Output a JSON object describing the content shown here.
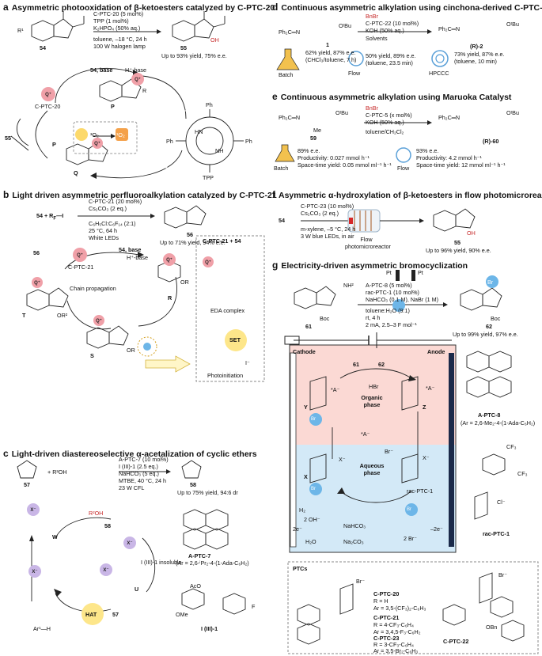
{
  "panel_a": {
    "title": "Asymmetric photooxidation of β-ketoesters catalyzed by C-PTC-20",
    "letter": "a",
    "r1": "R¹",
    "substrate": "54",
    "product": "55",
    "cond1": "C-PTC-20 (5 mol%)",
    "cond2": "TPP (1 mol%)",
    "cond3": "K₂HPO₄ (50% aq.)",
    "cond4": "toluene, –18 °C, 24 h",
    "cond5": "100 W halogen lamp",
    "yield": "Up to 93% yield, 75% e.e.",
    "oh": "OH",
    "cat": "C-PTC-20",
    "q": "Q⁺",
    "base_label": "54, base",
    "hbase": "H⁺-base",
    "p_label": "P",
    "p_label2": "P",
    "q_label": "Q",
    "o2_triplet": "³O₂",
    "o2_singlet": "¹O₂",
    "n55": "55",
    "tpp": "TPP",
    "ph": "Ph",
    "hn": "HN",
    "nh": "NH",
    "r": "R"
  },
  "panel_b": {
    "title": "Light driven asymmetric perfluoroalkylation catalyzed by C-PTC-21",
    "letter": "b",
    "eq_left": "54 + R",
    "eq_f": "F",
    "eq_i": "—I",
    "cond1": "C-PTC-21 (20 mol%)",
    "cond2": "Cs₂CO₃ (2 eq.)",
    "cond3": "C₆H₅Cl:C₆F₁₄ (2:1)",
    "cond4": "25 °C, 64 h",
    "cond5": "White LEDs",
    "product": "56",
    "yield": "Up to 71% yield, 94% e.e.",
    "n56": "56",
    "cat": "C-PTC-21",
    "base_label": "54, base",
    "hbase": "H⁺-base",
    "chain": "Chain propagation",
    "t_label": "T",
    "r_label": "R",
    "s_label": "S",
    "eda_title": "C-PTC-21 + 54",
    "eda_label": "EDA complex",
    "set": "SET",
    "photoinit": "Photoinitiation",
    "iodide": "I⁻",
    "rf": "R",
    "or": "OR",
    "or2": "OR²"
  },
  "panel_c": {
    "title": "Light-driven diastereoselective α-acetalization of cyclic ethers",
    "letter": "c",
    "sub1": "57",
    "sub2": "R²OH",
    "cond1": "A-PTC-7 (10 mol%)",
    "cond2": "I (III)-1 (2.5 eq.)",
    "cond3": "NaHCO₃ (5 eq.)",
    "cond4": "MTBE, 40 °C, 24 h",
    "cond5": "23 W CFL",
    "product": "58",
    "yield": "Up to 75% yield, 94:6 dr",
    "w_label": "W",
    "u_label": "U",
    "n58": "58",
    "n57": "57",
    "r2oh": "R²OH",
    "hat": "HAT",
    "insoluble": "I (III)-1 insoluble",
    "arh": "Ar¹—H",
    "x": "X⁻",
    "cat_name": "A-PTC-7",
    "cat_ar": "(Ar = 2,6-ⁱPr₂-4-(1-Ada-C₆H₂)",
    "iii_name": "I (III)-1",
    "ome": "OMe",
    "aco": "AcO",
    "f": "F"
  },
  "panel_d": {
    "title": "Continuous asymmetric alkylation using cinchona-derived C-PTC-22",
    "letter": "d",
    "bnbr": "BnBr",
    "cond1": "C-PTC-22 (10 mol%)",
    "cond2": "KOH (50% aq.)",
    "cond3": "Solvents",
    "sub": "1",
    "product": "(R)-2",
    "ph2c": "Ph₂C═N",
    "otbu": "OᵗBu",
    "batch_result": "62% yield, 87% e.e.",
    "batch_cond": "(CHCl₃/toluene, 7 h)",
    "batch": "Batch",
    "flow_result": "50% yield, 89% e.e.",
    "flow_cond": "(toluene, 23.5 min)",
    "flow": "Flow",
    "hpccc_result": "73% yield, 87% e.e.",
    "hpccc_cond": "(toluene, 10 min)",
    "hpccc": "HPCCC"
  },
  "panel_e": {
    "title": "Continuous asymmetric alkylation using Maruoka Catalyst",
    "letter": "e",
    "bnbr": "BnBr",
    "cond1": "C-PTC-5 (x mol%)",
    "cond2": "KOH (50% aq.)",
    "cond3": "toluene/CH₂Cl₂",
    "sub": "59",
    "product": "(R)-60",
    "me": "Me",
    "batch_yield": "89% e.e.",
    "batch_prod": "Productivity: 0.027 mmol h⁻¹",
    "batch_sty": "Space-time yield: 0.05 mmol ml⁻¹ h⁻¹",
    "batch": "Batch",
    "flow_yield": "93% e.e.",
    "flow_prod": "Productivity: 4.2 mmol h⁻¹",
    "flow_sty": "Space-time yield: 12 mmol ml⁻¹ h⁻¹",
    "flow": "Flow"
  },
  "panel_f": {
    "title": "Asymmetric α-hydroxylation of β-ketoesters in flow photomicroreactor",
    "letter": "f",
    "sub": "54",
    "cond1": "C-PTC-23 (10 mol%)",
    "cond2": "Cs₂CO₃ (2 eq.)",
    "cond3": "m-xylene, –5 °C, 24 h",
    "cond4": "3 W blue LEDs, in air",
    "reactor": "Flow photomicroreactor",
    "product": "55",
    "yield": "Up to 96% yield, 90% e.e.",
    "oh": "OH"
  },
  "panel_g": {
    "title": "Electricity-driven asymmetric bromocyclization",
    "letter": "g",
    "pt1": "Pt",
    "pt2": "Pt",
    "cond1": "A-PTC-8 (5 mol%)",
    "cond2": "rac-PTC-1 (10 mol%)",
    "cond3": "NaHCO₃ (0.1 M), NaBr (1 M)",
    "cond4": "toluene:H₂O (9:1)",
    "cond5": "rt, 4 h",
    "cond6": "2 mA, 2.5–3 F mol⁻¹",
    "sub": "61",
    "product": "62",
    "yield": "Up to 99% yield, 97% e.e.",
    "nh2": "NH²",
    "boc": "Boc",
    "cathode": "Cathode",
    "anode": "Anode",
    "organic": "Organic phase",
    "aqueous": "Aqueous phase",
    "n61": "61",
    "n62": "62",
    "hbr": "HBr",
    "y_label": "Y",
    "z_label": "Z",
    "x_label": "X",
    "a_minus": "*A⁻",
    "br_minus": "Br⁻",
    "h2": "H₂",
    "two_oh": "2 OH⁻",
    "two_e": "2e⁻",
    "h2o": "H₂O",
    "nahco3": "NaHCO₃",
    "na2co3": "Na₂CO₃",
    "two_br": "2 Br⁻",
    "minus_two_e": "–2e⁻",
    "rac_ptc1": "rac-PTC-1",
    "rac_ptc1b": "rac-PTC-1",
    "cl": "Cl⁻",
    "cf3": "CF₃",
    "a_ptc8": "A-PTC-8",
    "a_ptc8_ar": "(Ar = 2,6-Me₂-4-(1-Ada-C₆H₂)",
    "br": "Br",
    "ptcs": "PTCs",
    "c20": "C-PTC-20",
    "c20_r": "R = H",
    "c20_ar": "Ar = 3,5-(CF₃)₂-C₆H₃",
    "c21": "C-PTC-21",
    "c21_r": "R = 4-CF₃-C₆H₄",
    "c21_ar": "Ar = 3,4,5-F₃-C₆H₂",
    "c23": "C-PTC-23",
    "c23_r": "R = 3-CF₃-C₆H₄",
    "c23_ar": "Ar = 3,5-Br₂-C₆H₃",
    "c22": "C-PTC-22",
    "obn": "OBn",
    "brm": "Br⁻"
  }
}
